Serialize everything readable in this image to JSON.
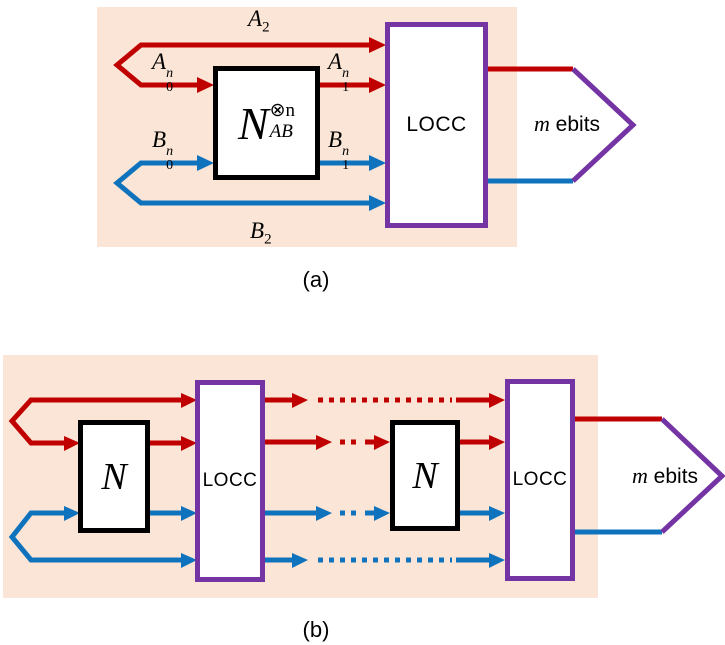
{
  "theme": {
    "colors": {
      "red": "#C00000",
      "blue": "#0F72BC",
      "purple": "#7434A4",
      "panel_bg": "#FBE5D6",
      "ink": "#000000",
      "page_bg": "#FFFFFF"
    }
  },
  "panel_a": {
    "caption": "(a)",
    "wire_labels": {
      "A2": {
        "base": "A",
        "sub": "2"
      },
      "A0n": {
        "base": "A",
        "sup": "n",
        "sub": "0"
      },
      "A1n": {
        "base": "A",
        "sup": "n",
        "sub": "1"
      },
      "B0n": {
        "base": "B",
        "sup": "n",
        "sub": "0"
      },
      "B1n": {
        "base": "B",
        "sup": "n",
        "sub": "1"
      },
      "B2": {
        "base": "B",
        "sub": "2"
      }
    },
    "channel_box": {
      "base": "N",
      "sup": "⊗n",
      "sub": "AB"
    },
    "locc_box": "LOCC",
    "output": {
      "italic": "m",
      "rest": " ebits"
    }
  },
  "panel_b": {
    "caption": "(b)",
    "channel_box_1": "N",
    "channel_box_2": "N",
    "locc_box_1": "LOCC",
    "locc_box_2": "LOCC",
    "output": {
      "italic": "m",
      "rest": " ebits"
    }
  }
}
